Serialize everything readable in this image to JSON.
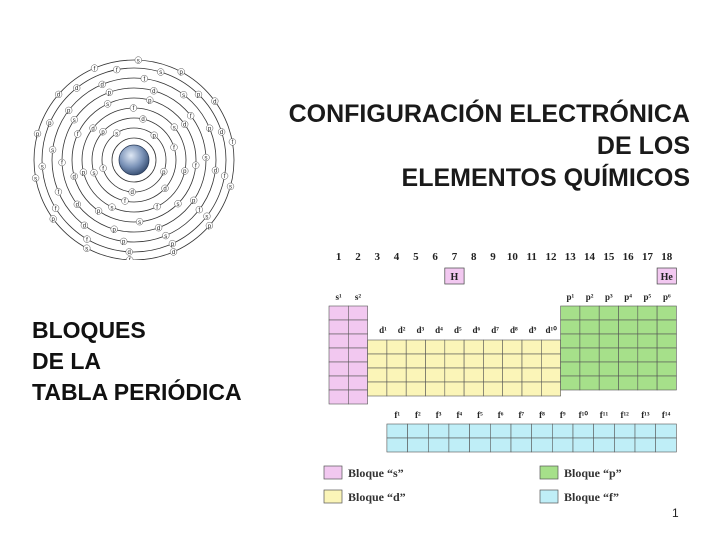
{
  "title": {
    "line1": "CONFIGURACIÓN ELECTRÓNICA",
    "line2": "DE LOS",
    "line3": "ELEMENTOS QUÍMICOS"
  },
  "subtitle": {
    "line1": "BLOQUES",
    "line2": "DE LA",
    "line3": "TABLA PERIÓDICA"
  },
  "slide_number": "1",
  "periodic_table": {
    "group_numbers": [
      "1",
      "2",
      "3",
      "4",
      "5",
      "6",
      "7",
      "8",
      "9",
      "10",
      "11",
      "12",
      "13",
      "14",
      "15",
      "16",
      "17",
      "18"
    ],
    "element_h": "H",
    "element_he": "He",
    "s_labels": [
      "s¹",
      "s²"
    ],
    "d_labels": [
      "d¹",
      "d²",
      "d³",
      "d⁴",
      "d⁵",
      "d⁶",
      "d⁷",
      "d⁸",
      "d⁹",
      "d¹⁰"
    ],
    "p_labels": [
      "p¹",
      "p²",
      "p³",
      "p⁴",
      "p⁵",
      "p⁶"
    ],
    "f_labels": [
      "f¹",
      "f²",
      "f³",
      "f⁴",
      "f⁵",
      "f⁶",
      "f⁷",
      "f⁸",
      "f⁹",
      "f¹⁰",
      "f¹¹",
      "f¹²",
      "f¹³",
      "f¹⁴"
    ],
    "legend": {
      "s": "Bloque “s”",
      "p": "Bloque “p”",
      "d": "Bloque “d”",
      "f": "Bloque “f”"
    },
    "colors": {
      "s": "#f2c8f0",
      "p": "#a6e08a",
      "d": "#fbf5b8",
      "f": "#bfeef7",
      "h": "#f2c8f0"
    }
  },
  "atom": {
    "orbital_letters": [
      "s",
      "p",
      "d",
      "f"
    ]
  }
}
